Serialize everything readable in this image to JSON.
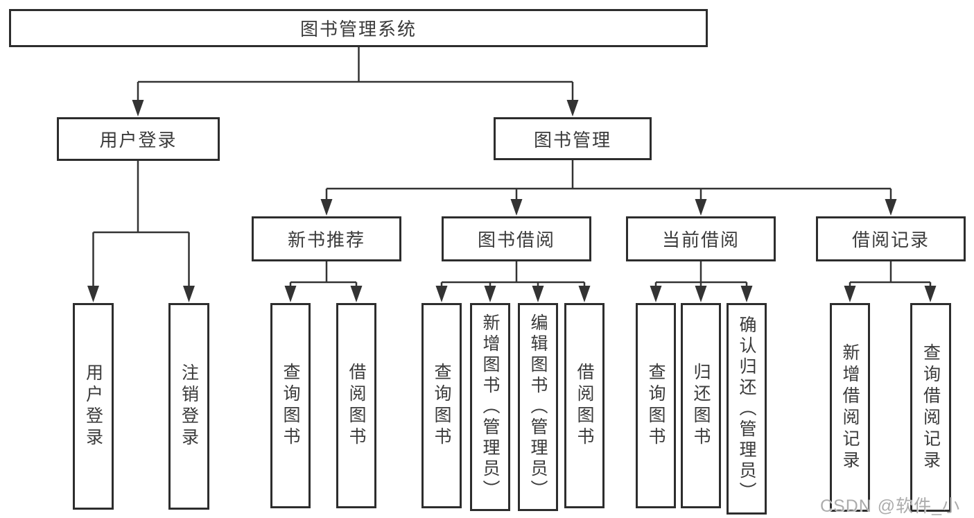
{
  "tree": {
    "root": {
      "label": "图书管理系统"
    },
    "level2": [
      {
        "label": "用户登录",
        "children": [
          {
            "label": "用户登录"
          },
          {
            "label": "注销登录"
          }
        ]
      },
      {
        "label": "图书管理",
        "children": [
          {
            "label": "新书推荐",
            "children": [
              {
                "label": "查询图书"
              },
              {
                "label": "借阅图书"
              }
            ]
          },
          {
            "label": "图书借阅",
            "children": [
              {
                "label": "查询图书"
              },
              {
                "label": "新增图书（管理员）"
              },
              {
                "label": "编辑图书（管理员）"
              },
              {
                "label": "借阅图书"
              }
            ]
          },
          {
            "label": "当前借阅",
            "children": [
              {
                "label": "查询图书"
              },
              {
                "label": "归还图书"
              },
              {
                "label": "确认归还（管理员）"
              }
            ]
          },
          {
            "label": "借阅记录",
            "children": [
              {
                "label": "新增借阅记录"
              },
              {
                "label": "查询借阅记录"
              }
            ]
          }
        ]
      }
    ]
  },
  "watermark": {
    "text": "CSDN @软件_小贺同学"
  },
  "colors": {
    "background": "#ffffff",
    "box_border": "#2d2d2d",
    "connector": "#333333",
    "text": "#3a3a3a",
    "watermark": "#acacac"
  }
}
